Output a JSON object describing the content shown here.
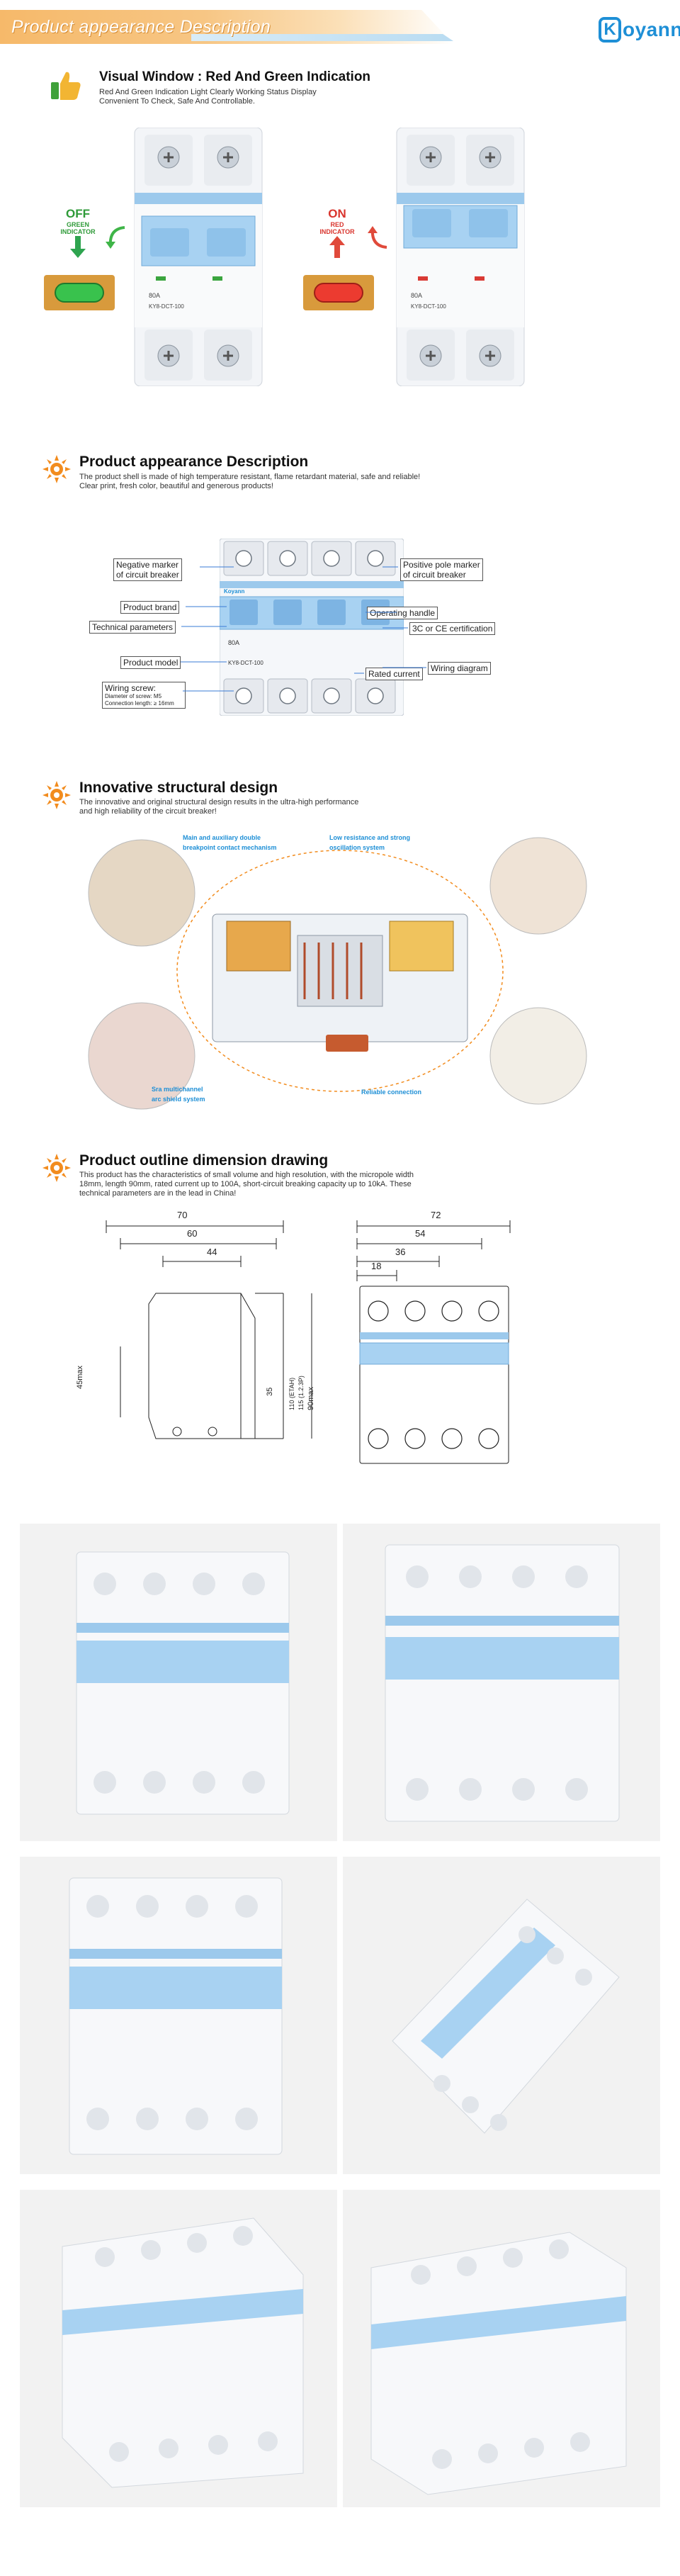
{
  "header": {
    "title": "Product appearance Description",
    "logo_text": "oyann",
    "logo_letter": "K"
  },
  "visual_window": {
    "title": "Visual Window : Red And Green Indication",
    "desc_line1": "Red And Green Indication Light Clearly Working Status Display",
    "desc_line2": "Convenient To Check, Safe And Controllable.",
    "off_label": "OFF",
    "green_label_1": "GREEN",
    "green_label_2": "INDICATOR",
    "on_label": "ON",
    "red_label_1": "RED",
    "red_label_2": "INDICATOR"
  },
  "appearance": {
    "title": "Product appearance Description",
    "desc_line1": "The product shell is made of high temperature resistant, flame retardant material, safe and reliable!",
    "desc_line2": "Clear print, fresh color, beautiful and generous products!",
    "callouts": {
      "negative_marker": "Negative marker\nof circuit breaker",
      "positive_marker": "Positive pole marker\nof circuit breaker",
      "product_brand": "Product brand",
      "operating_handle": "Operating handle",
      "technical_parameters": "Technical parameters",
      "cert": "3C or CE certification",
      "product_model": "Product model",
      "rated_current": "Rated current",
      "wiring_diagram": "Wiring diagram",
      "wiring_screw": "Wiring screw:",
      "wiring_screw_d1": "Diameter of screw: M5",
      "wiring_screw_d2": "Connection length: ≥ 16mm"
    }
  },
  "innovative": {
    "title": "Innovative structural design",
    "desc_line1": "The innovative and original structural design results in the ultra-high performance",
    "desc_line2": "and high reliability of the circuit breaker!",
    "label_main": "Main and auxiliary double\nbreakpoint contact mechanism",
    "label_low": "Low resistance and strong\noscillation system",
    "label_arc": "Sra multichannel\narc shield system",
    "label_reliable": "Reliable connection"
  },
  "dimension": {
    "title": "Product outline dimension drawing",
    "desc_line1": "This product has the characteristics of small volume and high resolution, with the micropole width",
    "desc_line2": "18mm, length 90mm, rated current up to 100A, short-circuit breaking capacity up to 10kA. These",
    "desc_line3": "technical parameters are in the lead in China!",
    "d70": "70",
    "d60": "60",
    "d44": "44",
    "d72": "72",
    "d54": "54",
    "d36": "36",
    "d18": "18",
    "d45max": "45max",
    "d90max": "90max",
    "d35": "35",
    "d110": "110 (ETAH)",
    "d115": "115 (1.2.3P)"
  },
  "breaker_print": {
    "brand": "Koyann",
    "rating": "80A",
    "model": "KY8-DCT-100"
  }
}
